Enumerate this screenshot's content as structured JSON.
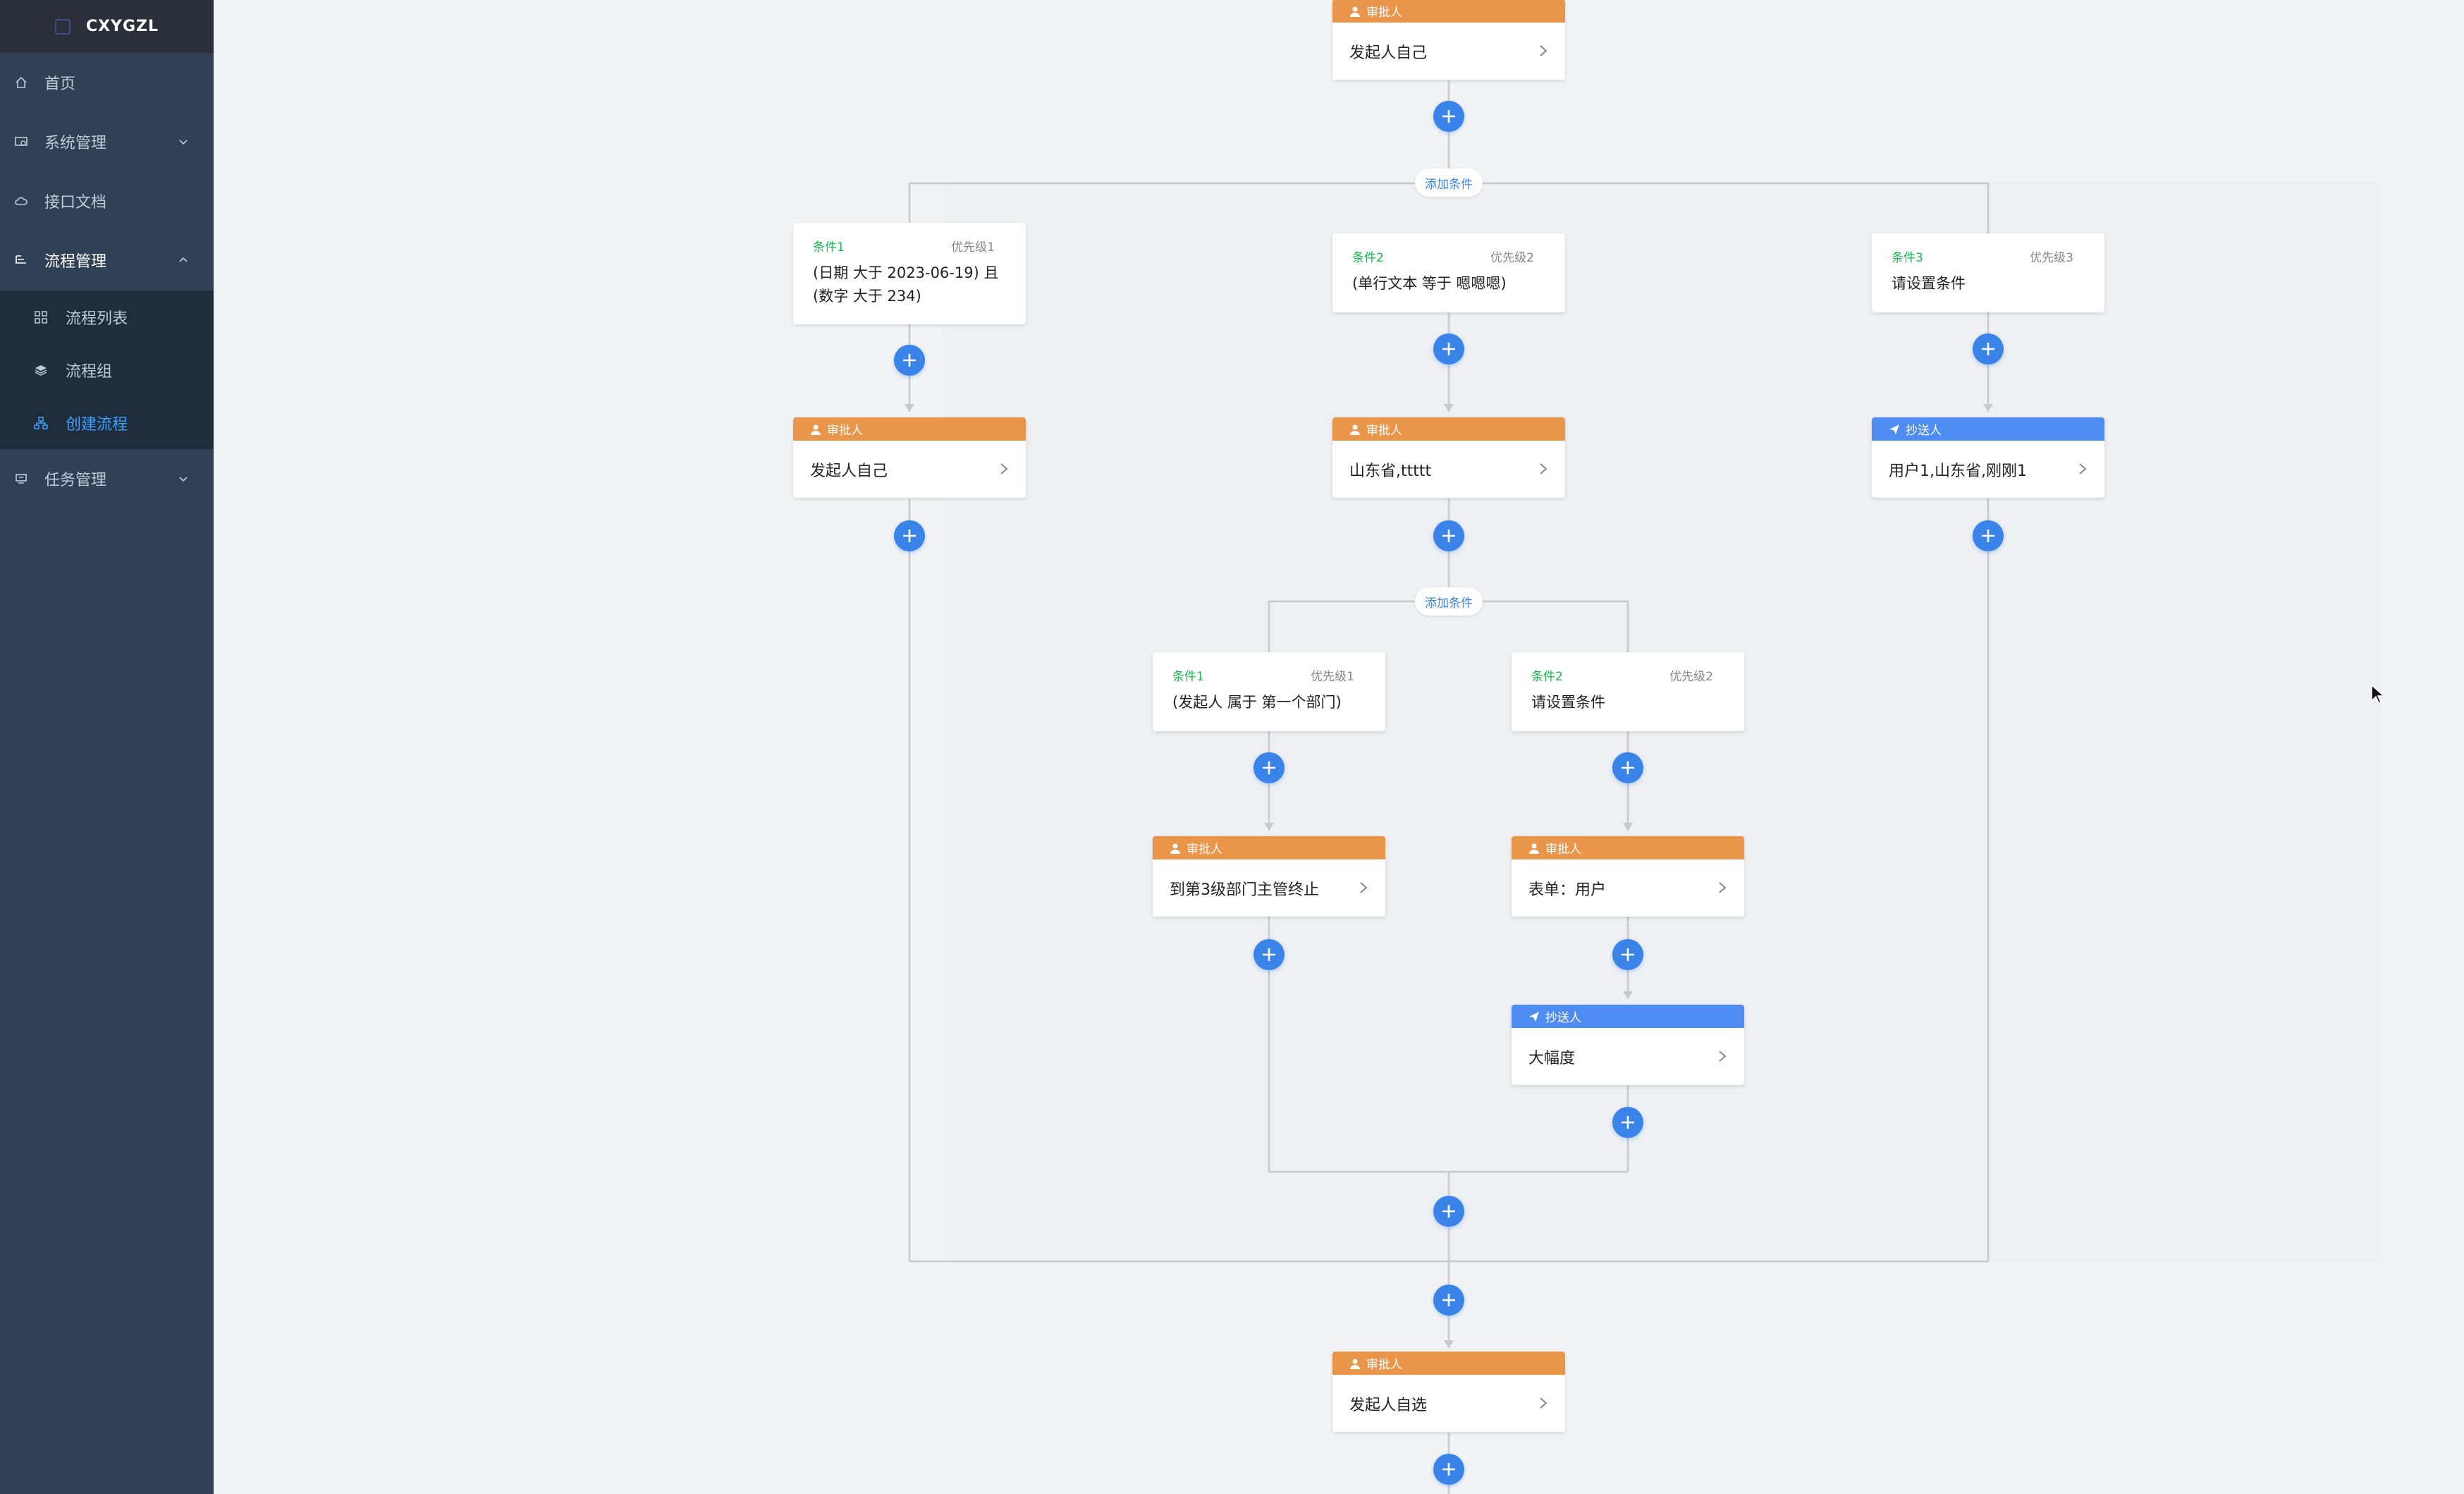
{
  "app": {
    "logo_text": "CXYGZL"
  },
  "colors": {
    "sidebar_bg": "#304156",
    "active": "#409eff",
    "approver": "#e9964b",
    "cc": "#4f8cf2",
    "condition_title": "#16b94f",
    "add_button": "#3a84e9"
  },
  "sidebar": {
    "items": [
      {
        "label": "首页",
        "icon": "home-icon"
      },
      {
        "label": "系统管理",
        "icon": "system-icon"
      },
      {
        "label": "接口文档",
        "icon": "cloud-icon"
      },
      {
        "label": "流程管理",
        "icon": "flow-icon"
      },
      {
        "label": "任务管理",
        "icon": "task-icon"
      }
    ],
    "subitems": [
      {
        "label": "流程列表",
        "icon": "grid-icon"
      },
      {
        "label": "流程组",
        "icon": "layers-icon"
      },
      {
        "label": "创建流程",
        "icon": "hierarchy-icon",
        "active": true
      }
    ]
  },
  "flow": {
    "top_node": {
      "type": "审批人",
      "content": "发起人自己"
    },
    "add_condition_label": "添加条件",
    "branches": [
      {
        "title": "条件1",
        "priority": "优先级1",
        "text": "(日期 大于 2023-06-19) 且 (数字 大于 234)"
      },
      {
        "title": "条件2",
        "priority": "优先级2",
        "text": "(单行文本 等于 嗯嗯嗯)"
      },
      {
        "title": "条件3",
        "priority": "优先级3",
        "text": "请设置条件"
      }
    ],
    "branch_nodes": [
      {
        "type": "审批人",
        "content": "发起人自己"
      },
      {
        "type": "审批人",
        "content": "山东省,ttttt"
      },
      {
        "type": "抄送人",
        "content": "用户1,山东省,刚刚1"
      }
    ],
    "nested_branches": [
      {
        "title": "条件1",
        "priority": "优先级1",
        "text": "(发起人 属于 第一个部门)"
      },
      {
        "title": "条件2",
        "priority": "优先级2",
        "text": "请设置条件"
      }
    ],
    "nested_nodes": [
      {
        "type": "审批人",
        "content": "到第3级部门主管终止"
      },
      {
        "type": "审批人",
        "content": "表单：用户"
      },
      {
        "type": "抄送人",
        "content": "大幅度"
      }
    ],
    "bottom_node": {
      "type": "审批人",
      "content": "发起人自选"
    }
  }
}
